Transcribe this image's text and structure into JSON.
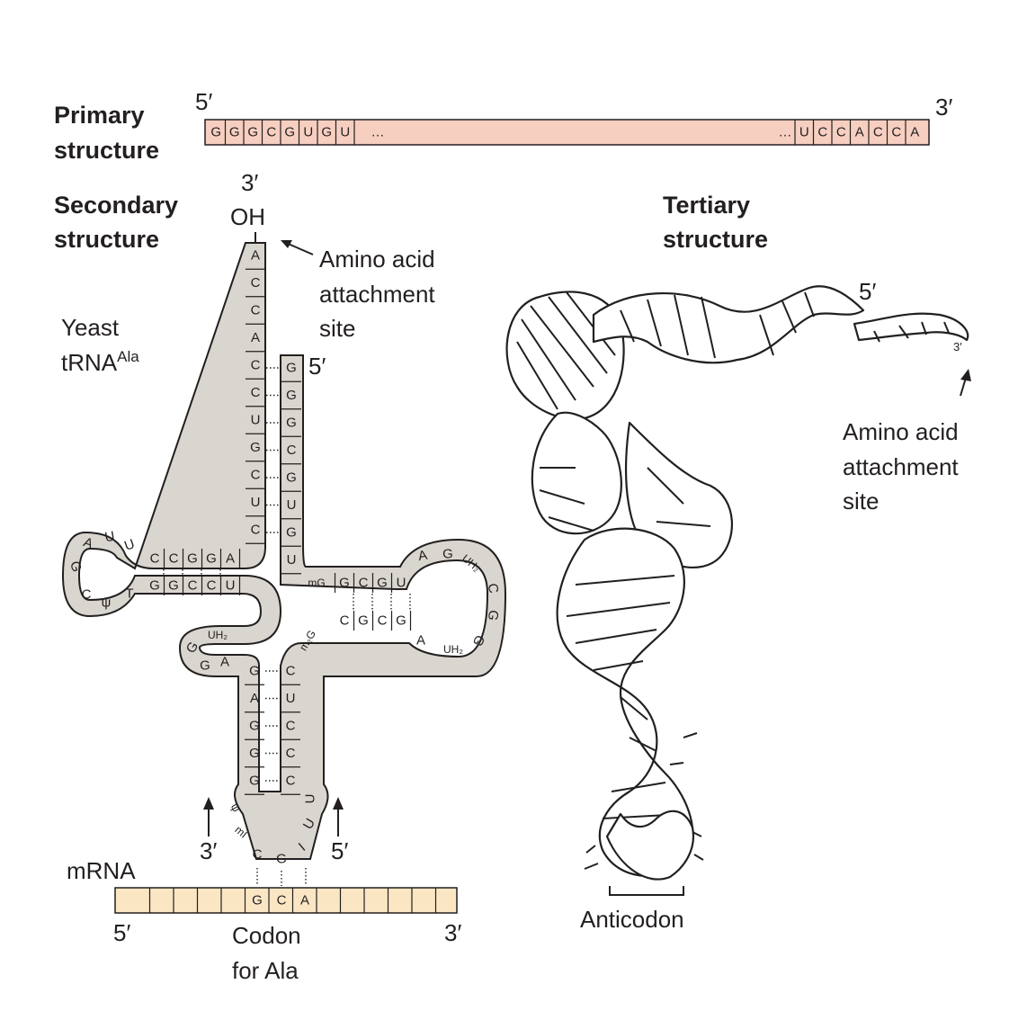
{
  "primary": {
    "title_line1": "Primary",
    "title_line2": "structure",
    "five_prime": "5′",
    "three_prime": "3′",
    "start_bases": [
      "G",
      "G",
      "G",
      "C",
      "G",
      "U",
      "G",
      "U"
    ],
    "start_ellipsis": "…",
    "end_ellipsis": "…",
    "end_bases": [
      "U",
      "C",
      "C",
      "A",
      "C",
      "C",
      "A"
    ],
    "fill_color": "#f6cfc0"
  },
  "secondary": {
    "title_line1": "Secondary",
    "title_line2": "structure",
    "organism_line1": "Yeast",
    "organism_trna": "tRNA",
    "organism_sup": "Ala",
    "three_prime_top": "3′",
    "oh": "OH",
    "five_prime_acceptor": "5′",
    "attachment_line1": "Amino acid",
    "attachment_line2": "attachment",
    "attachment_line3": "site",
    "acceptor_3_strand": [
      "A",
      "C",
      "C",
      "A",
      "C",
      "C",
      "U",
      "G",
      "C",
      "U",
      "C"
    ],
    "acceptor_5_strand": [
      "G",
      "G",
      "G",
      "C",
      "G",
      "U",
      "G",
      "U"
    ],
    "d_arm_top": [
      "C",
      "C",
      "G",
      "G",
      "A"
    ],
    "d_loop": [
      "U",
      "U",
      "A",
      "G"
    ],
    "d_arm_bottom": [
      "G",
      "G",
      "C",
      "C",
      "U"
    ],
    "t_loop_bottom": [
      "C",
      "ψ",
      "T"
    ],
    "d_loop_lower": [
      "UH₂",
      "G",
      "G",
      "A"
    ],
    "t_arm_top": [
      "mG",
      "G",
      "C",
      "G",
      "U"
    ],
    "t_loop_top": [
      "A",
      "G",
      "UH₂",
      "C"
    ],
    "t_loop_right": [
      "G",
      "G",
      "UH₂",
      "A"
    ],
    "t_arm_bottom": [
      "C",
      "G",
      "C",
      "G"
    ],
    "m2g": "m₂G",
    "anticodon_left_stem": [
      "G",
      "A",
      "G",
      "G",
      "G"
    ],
    "anticodon_right_stem": [
      "C",
      "U",
      "C",
      "C",
      "C"
    ],
    "anticodon_loop_left": [
      "ψ",
      "mI"
    ],
    "anticodon_loop_right": [
      "U",
      "U"
    ],
    "anticodon": [
      "C",
      "G",
      "I"
    ],
    "arrow_left_label": "3′",
    "arrow_right_label": "5′",
    "strand_color": "#d9d6cf"
  },
  "mrna": {
    "label": "mRNA",
    "codon": [
      "G",
      "C",
      "A"
    ],
    "five_prime": "5′",
    "three_prime": "3′",
    "codon_label_line1": "Codon",
    "codon_label_line2": "for Ala",
    "fill_color": "#fbe6c4"
  },
  "tertiary": {
    "title_line1": "Tertiary",
    "title_line2": "structure",
    "five_prime": "5′",
    "three_prime": "3′",
    "attachment_line1": "Amino acid",
    "attachment_line2": "attachment",
    "attachment_line3": "site",
    "anticodon_label": "Anticodon"
  }
}
